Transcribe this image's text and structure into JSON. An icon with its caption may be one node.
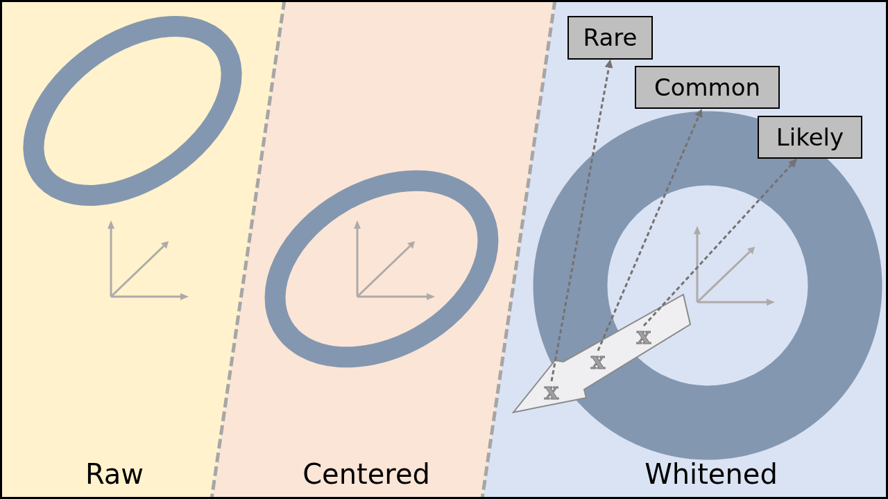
{
  "diagram": {
    "nodes": [
      {
        "text": [
          "Rare"
        ]
      },
      {
        "text": [
          "Common"
        ]
      },
      {
        "text": [
          "Likely"
        ]
      },
      {
        "text": [
          "x"
        ]
      },
      {
        "text": [
          "x"
        ]
      },
      {
        "text": [
          "x"
        ]
      }
    ],
    "edges": [
      {
        "from": 3,
        "to": 0,
        "arrow": "to",
        "style": "dashed"
      },
      {
        "from": 4,
        "to": 1,
        "arrow": "to",
        "style": "dashed"
      },
      {
        "from": 5,
        "to": 2,
        "arrow": "to",
        "style": "dashed"
      }
    ],
    "labels": [
      "Raw",
      "Centered",
      "Whitened"
    ]
  }
}
